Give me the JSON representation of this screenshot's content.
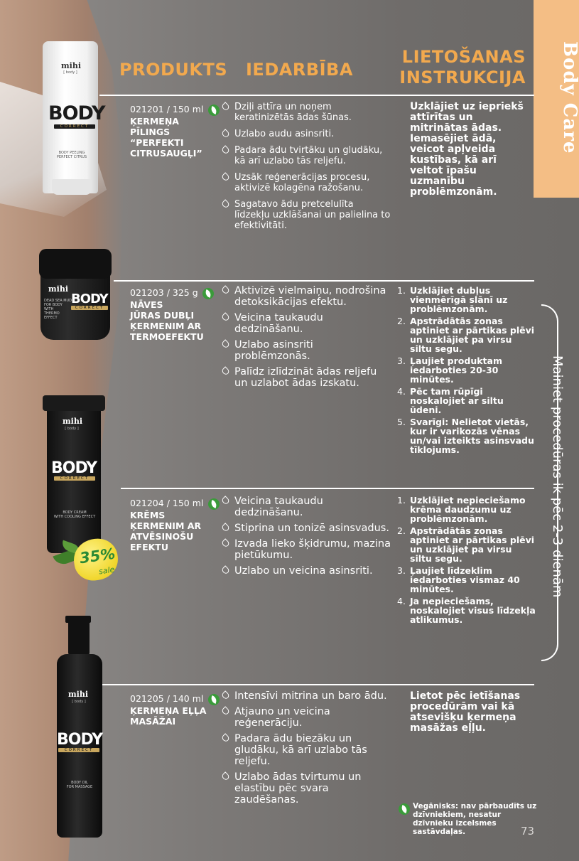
{
  "headers": {
    "produkts": "PRODUKTS",
    "iedarbiba": "IEDARBĪBA",
    "lietosanas_line1": "LIETOŠANAS",
    "lietosanas_line2": "INSTRUKCIJA"
  },
  "tab_label": "Body Care",
  "side_note": "Mainiet procedūras ik pēc 2-3 dienām",
  "products": [
    {
      "code": "021201 / 150 ml",
      "name_lines": [
        "ĶERMEŅA",
        "PĪLINGS",
        "“PERFEKTI",
        "CITRUSAUGĻI”"
      ],
      "effects": [
        "Dziļi attīra un noņem keratinizētās ādas šūnas.",
        "Uzlabo audu asinsriti.",
        "Padara ādu tvirtāku un gludāku, kā arī uzlabo tās reljefu.",
        "Uzsāk reģenerācijas procesu, aktivizē kolagēna ražošanu.",
        "Sagatavo ādu pretcelulīta līdzekļu uzklāšanai un palielina to efektivitāti."
      ],
      "instruction": "Uzklājiet uz iepriekš attīrītas un mitrinātas ādas. Iemasējiet ādā, veicot apļveida kustības, kā arī veltot īpašu uzmanību problēmzonām."
    },
    {
      "code": "021203 / 325 g",
      "name_lines": [
        "NĀVES",
        "JŪRAS DUBĻI",
        "ĶERMENIM AR",
        "TERMOEFEKTU"
      ],
      "effects": [
        "Aktivizē vielmaiņu, nodrošina detoksikācijas efektu.",
        "Veicina taukaudu dedzināšanu.",
        "Uzlabo asinsriti problēmzonās.",
        "Palīdz izlīdzināt ādas reljefu un uzlabot ādas izskatu."
      ],
      "steps": [
        "Uzklājiet dubļus vienmērīgā slānī uz problēmzonām.",
        "Apstrādātās zonas aptiniet ar pārtikas plēvi un uzklājiet pa virsu siltu segu.",
        "Ļaujiet produktam iedarboties 20-30 minūtes.",
        "Pēc tam rūpīgi noskalojiet ar siltu ūdeni.",
        "Svarīgi: Nelietot vietās, kur ir varikozās vēnas un/vai izteikts asinsvadu tīklojums."
      ]
    },
    {
      "code": "021204 / 150 ml",
      "name_lines": [
        "KRĒMS",
        "ĶERMENIM AR",
        "ATVĒSINOŠU",
        "EFEKTU"
      ],
      "effects": [
        "Veicina taukaudu dedzināšanu.",
        "Stiprina un tonizē asinsvadus.",
        "Izvada lieko šķidrumu, mazina pietūkumu.",
        "Uzlabo un veicina asinsriti."
      ],
      "steps": [
        "Uzklājiet nepieciešamo krēma daudzumu uz problēmzonām.",
        "Apstrādātās zonas aptiniet ar pārtikas plēvi un uzklājiet pa virsu siltu segu.",
        "Ļaujiet līdzeklim iedarboties vismaz 40 minūtes.",
        "Ja nepieciešams, noskalojiet visus līdzekļa atlikumus."
      ],
      "sale": {
        "percent": "35%",
        "word": "sale"
      }
    },
    {
      "code": "021205 / 140 ml",
      "name_lines": [
        "ĶERMEŅA EĻĻA",
        "MASĀŽAI"
      ],
      "effects": [
        "Intensīvi mitrina un baro ādu.",
        "Atjauno un veicina reģenerāciju.",
        "Padara ādu biezāku un gludāku, kā arī uzlabo tās reljefu.",
        "Uzlabo ādas tvirtumu un elastību pēc svara zaudēšanas."
      ],
      "instruction": "Lietot pēc ietīšanas procedūrām vai kā atsevišķu ķermeņa masāžas eļļu."
    }
  ],
  "packaging": {
    "brand": "mihi",
    "brand_sub": "[ body ]",
    "body_word": "BODY",
    "correct_word": "CORRECT",
    "labels": [
      [
        "BODY PEELING",
        "PERFECT CITRUS"
      ],
      [
        "DEAD SEA MUD",
        "FOR BODY WITH",
        "THERMO EFFECT"
      ],
      [
        "BODY CREAM",
        "WITH COOLING EFFECT"
      ],
      [
        "BODY OIL",
        "FOR MASSAGE"
      ]
    ]
  },
  "vegan_note": "Vegānisks: nav pārbaudīts uz dzīvniekiem, nesatur dzīvnieku izcelsmes sastāvdaļas.",
  "page_number": "73",
  "colors": {
    "accent": "#f2a94e",
    "tab": "#f4be85",
    "vegan_green": "#3a9b3a",
    "sale_yellow": "#f2d831"
  }
}
